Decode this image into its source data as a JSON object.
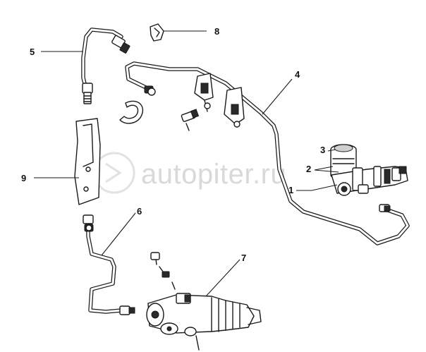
{
  "watermark": {
    "text": "autopiter.ru"
  },
  "callouts": {
    "c1": "1",
    "c2": "2",
    "c3": "3",
    "c4": "4",
    "c5": "5",
    "c6": "6",
    "c7": "7",
    "c8": "8",
    "c9": "9"
  },
  "parts": [
    "brake-fluid-reservoir-cap",
    "master-cylinder",
    "clutch-pipe-long",
    "flexible-hose-upper",
    "flexible-hose-lower",
    "slave-cylinder",
    "retaining-clip",
    "mounting-bracket"
  ]
}
